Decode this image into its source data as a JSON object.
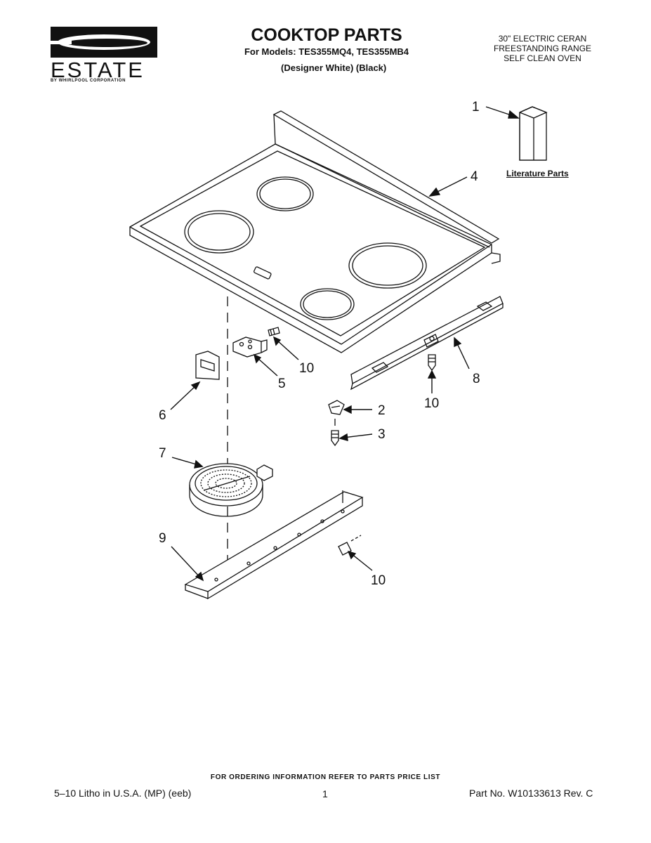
{
  "header": {
    "brand": "ESTATE",
    "brand_sub": "BY WHIRLPOOL CORPORATION",
    "title": "COOKTOP PARTS",
    "models": "For Models: TES355MQ4, TES355MB4",
    "variants": "(Designer White)   (Black)",
    "range_type": [
      "30\" ELECTRIC CERAN",
      "FREESTANDING RANGE",
      "SELF CLEAN OVEN"
    ]
  },
  "diagram": {
    "literature_label": "Literature Parts",
    "callouts": [
      "1",
      "4",
      "10",
      "5",
      "8",
      "6",
      "10",
      "2",
      "3",
      "7",
      "9",
      "10"
    ]
  },
  "footer": {
    "ordering_note": "FOR ORDERING INFORMATION REFER TO PARTS PRICE LIST",
    "litho": "5–10 Litho in U.S.A. (MP) (eeb)",
    "page_number": "1",
    "part_number": "Part No. W10133613 Rev. C"
  }
}
